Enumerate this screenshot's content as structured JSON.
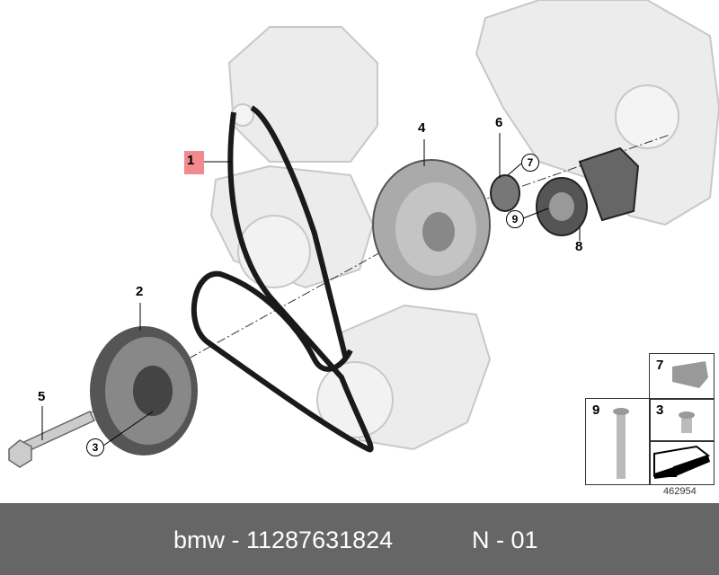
{
  "callouts": {
    "p1": "1",
    "p2": "2",
    "p3": "3",
    "p4": "4",
    "p5": "5",
    "p6": "6",
    "p7": "7",
    "p8": "8",
    "p9": "9"
  },
  "legend": {
    "k7": "7",
    "k9": "9",
    "k3": "3"
  },
  "figure_id": "462954",
  "footer": {
    "part": "bmw - 11287631824",
    "code": "N - 01"
  },
  "colors": {
    "highlight": "#f2898c",
    "footer_bg": "#666666",
    "part_grey": "#d8d8d8"
  }
}
